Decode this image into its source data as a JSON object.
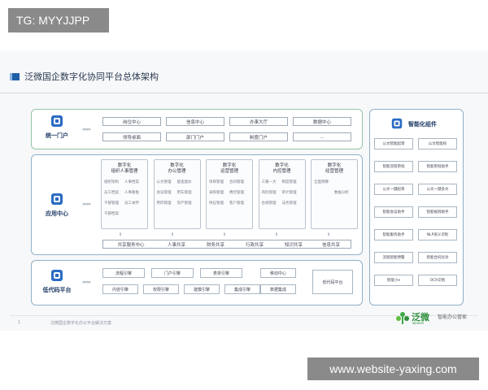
{
  "watermark_top": "TG: MYYJJPP",
  "watermark_bottom": "www.website-yaxing.com",
  "title": "泛微国企数字化协同平台总体架构",
  "portal": {
    "label": "统一门户",
    "items": [
      "岗位中心",
      "信息中心",
      "办事大厅",
      "数据中心",
      "领导桌面",
      "部门门户",
      "制度门户",
      "..."
    ]
  },
  "app": {
    "label": "应用中心",
    "columns": [
      {
        "title": "数字化\n组织人事管理",
        "cells": [
          "组织架构",
          "人事档案",
          "员工档案",
          "人事看板",
          "干部管理",
          "员工关怀",
          "干部档案",
          ""
        ]
      },
      {
        "title": "数字化\n办公管理",
        "cells": [
          "公文管理",
          "督查督办",
          "会议管理",
          "用车管理",
          "用印管理",
          "资产管理",
          "",
          ""
        ]
      },
      {
        "title": "数字化\n运营管理",
        "cells": [
          "项目管理",
          "合同管理",
          "采购管理",
          "费控管理",
          "供应管理",
          "客户管理",
          "",
          ""
        ]
      },
      {
        "title": "数字化\n内控管理",
        "cells": [
          "三重一大",
          "制度管理",
          "风险管理",
          "审计管理",
          "合规管理",
          "法务管理",
          "",
          ""
        ]
      },
      {
        "title": "数字化\n经营管理",
        "cells": [
          "全面预算",
          "",
          "",
          "数据分析",
          "",
          "",
          "",
          ""
        ]
      }
    ],
    "bottom": [
      "共享服务中心",
      "人事共享",
      "财务共享",
      "行政共享",
      "知识共享",
      "信息共享"
    ]
  },
  "lowcode": {
    "label": "低代码平台",
    "row1": [
      "流程引擎",
      "门户引擎",
      "表单引擎"
    ],
    "row2": [
      "内容引擎",
      "权限引擎",
      "建模引擎",
      "集成引擎"
    ],
    "mid": [
      "移动中心",
      "数据集成"
    ],
    "right": "低代码平台"
  },
  "smart": {
    "title": "智能化组件",
    "items": [
      "公文智能起草",
      "公文智能校",
      "智能流程审批",
      "智能审批助手",
      "公文一键起草",
      "公文一键多文",
      "智能会议助手",
      "智能规则助手",
      "智能服务助手",
      "NLP语义识别",
      "流程智能预警",
      "智能合同比对",
      "智能小e",
      "OCR识别"
    ]
  },
  "footer": {
    "page": "1",
    "caption": "泛微国企数字化办公平台解决方案",
    "brand": "泛微",
    "brand_sub": "weaver",
    "slogan": "智能办公管家"
  },
  "colors": {
    "accent": "#1f5fa8",
    "green": "#3ea84a",
    "border": "#8fb0c8"
  }
}
